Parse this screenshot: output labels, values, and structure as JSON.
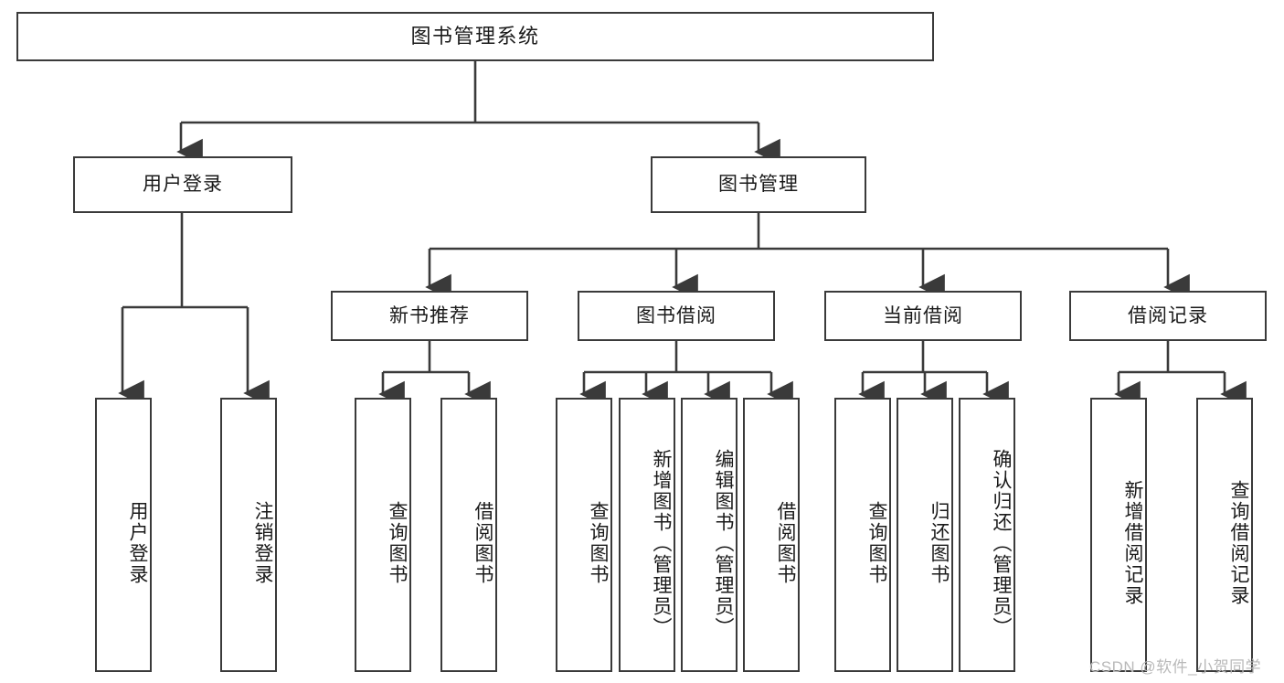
{
  "diagram": {
    "title": "图书管理系统",
    "watermark": "CSDN @软件_小贺同学",
    "line_color": "#3a3a3a",
    "box_fill": "#ffffff",
    "text_color": "#1a1a1a",
    "watermark_color": "#b9b9b9"
  },
  "nodes": {
    "root": {
      "label": "图书管理系统"
    },
    "level2": [
      {
        "label": "用户登录"
      },
      {
        "label": "图书管理"
      }
    ],
    "level3": [
      {
        "label": "新书推荐"
      },
      {
        "label": "图书借阅"
      },
      {
        "label": "当前借阅"
      },
      {
        "label": "借阅记录"
      }
    ],
    "leaves_user_login": [
      {
        "label": "用户登录"
      },
      {
        "label": "注销登录"
      }
    ],
    "leaves_new_book": [
      {
        "label": "查询图书"
      },
      {
        "label": "借阅图书"
      }
    ],
    "leaves_borrow": [
      {
        "label": "查询图书"
      },
      {
        "label": "新增图书（管理员）"
      },
      {
        "label": "编辑图书（管理员）"
      },
      {
        "label": "借阅图书"
      }
    ],
    "leaves_current": [
      {
        "label": "查询图书"
      },
      {
        "label": "归还图书"
      },
      {
        "label": "确认归还（管理员）"
      }
    ],
    "leaves_record": [
      {
        "label": "新增借阅记录"
      },
      {
        "label": "查询借阅记录"
      }
    ]
  }
}
